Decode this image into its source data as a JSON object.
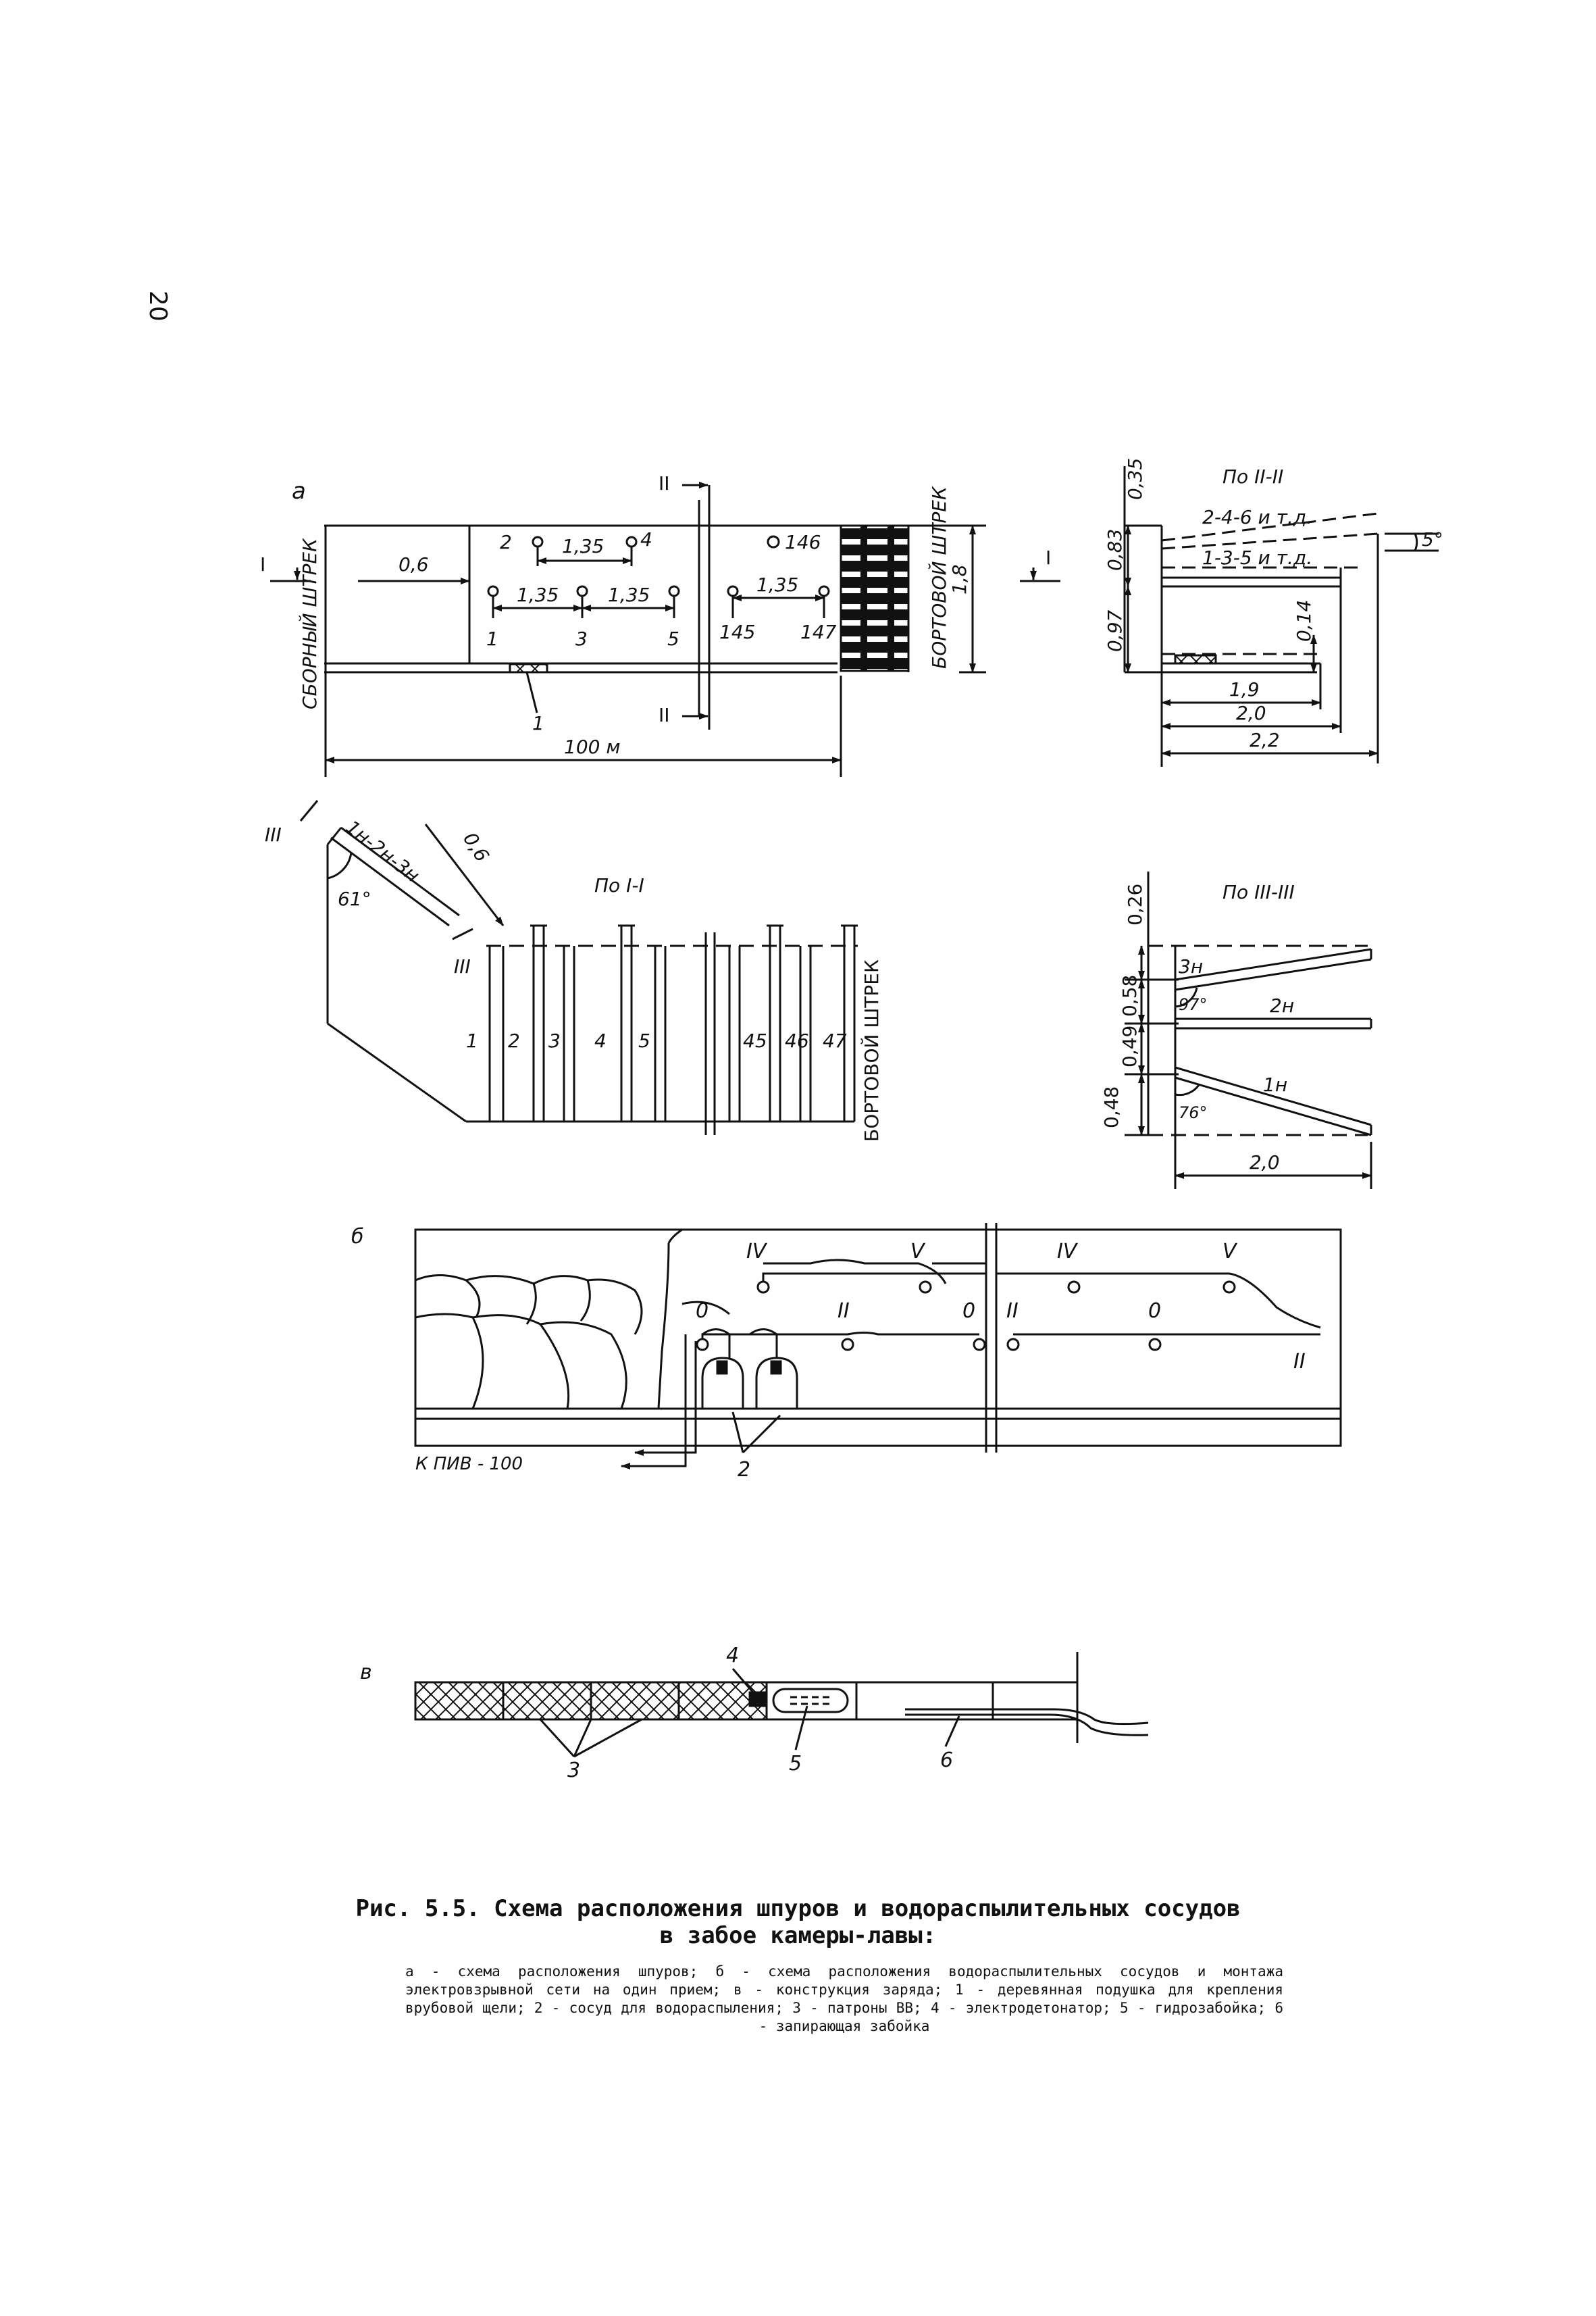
{
  "page_number": "20",
  "panel_labels": {
    "a": "а",
    "b": "б",
    "v": "в"
  },
  "plan": {
    "left_drift": "СБОРНЫЙ ШТРЕК",
    "right_drift": "БОРТОВОЙ ШТРЕК",
    "section_mark_I": "I",
    "section_mark_II": "II",
    "dim_offset": "0,6",
    "dim_spacing": "1,35",
    "dim_height": "1,8",
    "dim_length": "100 м",
    "holes_top": [
      "2",
      "4",
      "146"
    ],
    "holes_bottom": [
      "1",
      "3",
      "5",
      "145",
      "147"
    ],
    "item_1": "1"
  },
  "section_II": {
    "title": "По II-II",
    "label_even": "2-4-6 и т.д.",
    "label_odd": "1-3-5 и т.д.",
    "angle": "5°",
    "dims_vertical": [
      "0,35",
      "0,83",
      "0,97",
      "0,14"
    ],
    "dims_horizontal": [
      "1,9",
      "2,0",
      "2,2"
    ]
  },
  "section_I": {
    "title": "По I-I",
    "mark_III": "III",
    "holes_label": "1н-2н-3н",
    "dim_offset": "0,6",
    "angle": "61°",
    "holes": [
      "1",
      "2",
      "3",
      "4",
      "5",
      "45",
      "46",
      "47"
    ],
    "right_drift": "БОРТОВОЙ ШТРЕК"
  },
  "section_III": {
    "title": "По III-III",
    "holes": [
      "3н",
      "2н",
      "1н"
    ],
    "angles": [
      "97°",
      "76°"
    ],
    "dims_vertical": [
      "0,26",
      "0,58",
      "0,49",
      "0,48"
    ],
    "dim_horizontal": "2,0"
  },
  "scheme_b": {
    "labels_top": [
      "IV",
      "V",
      "IV",
      "V"
    ],
    "labels_mid": [
      "0",
      "II",
      "0",
      "II",
      "0",
      "II"
    ],
    "line_label": "К ПИВ - 100",
    "item_2": "2"
  },
  "scheme_v": {
    "items": [
      "3",
      "4",
      "5",
      "6"
    ]
  },
  "caption": {
    "title_line1": "Рис. 5.5. Схема расположения шпуров и водораспылительных сосудов",
    "title_line2": "в забое камеры-лавы:",
    "legend": "а - схема расположения шпуров; б - схема расположения водораспылительных сосудов и монтажа электровзрывной сети на один прием; в - конструкция заряда; 1 - деревянная подушка для крепления врубовой щели; 2 - сосуд для водораспыления; 3 - патроны ВВ; 4 - электродетонатор; 5 - гидрозабойка; 6 - запирающая забойка"
  }
}
